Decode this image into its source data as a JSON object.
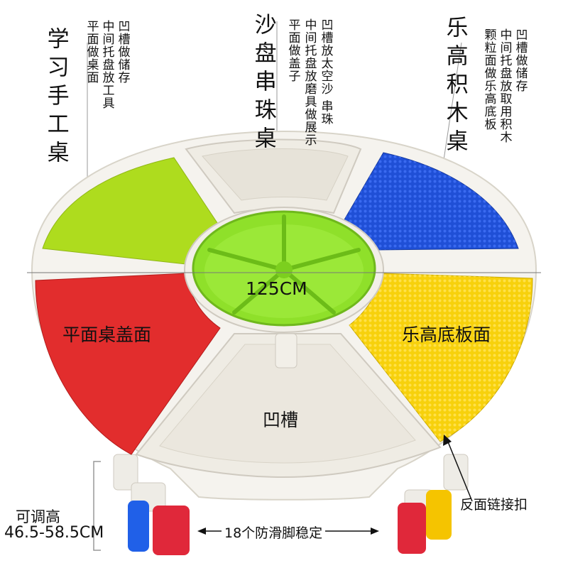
{
  "columns": {
    "craft_title": "学习手工桌",
    "craft_notes": [
      "凹槽做储存",
      "中间托盘放工具",
      "平面做桌面"
    ],
    "sand_title": "沙盘串珠桌",
    "sand_notes": [
      "凹槽放太空沙 串珠",
      "中间托盘放磨具做展示",
      "平面做盖子"
    ],
    "lego_title": "乐高积木桌",
    "lego_notes": [
      "凹槽做储存",
      "中间托盘放取用积木",
      "颗粒面做乐高底板"
    ]
  },
  "labels": {
    "diameter": "125CM",
    "flat_top": "平面桌盖面",
    "lego_surface": "乐高底板面",
    "groove": "凹槽",
    "latch": "反面链接扣",
    "height_title": "可调高",
    "height_range": "46.5-58.5CM",
    "feet": "18个防滑脚稳定"
  },
  "colors": {
    "green": "#aedc1e",
    "blue": "#1f4fd6",
    "red": "#e22d2d",
    "yellow": "#f7d10c",
    "tray_green": "#8fe02a",
    "white": "#f5f3ee"
  }
}
